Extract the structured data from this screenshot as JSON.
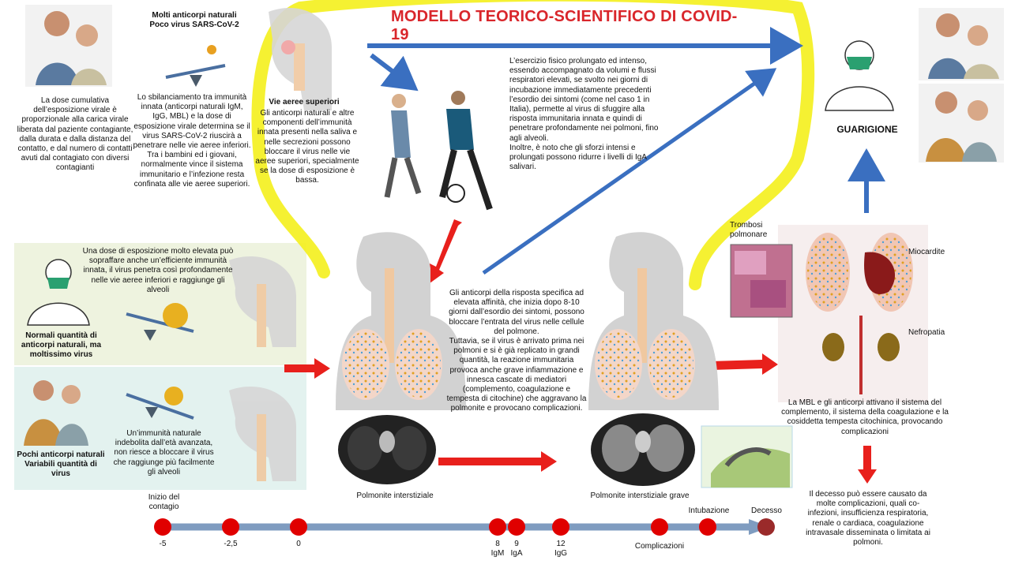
{
  "title": "MODELLO TEORICO-SCIENTIFICO DI COVID-19",
  "texts": {
    "dose_cumulativa": "La dose cumulativa dell’esposizione virale è proporzionale alla carica virale liberata dal paziente contagiante, dalla durata e dalla distanza del contatto, e dal numero di contatti avuti dal contagiato con diversi contagianti",
    "molti_anticorpi_title": "Molti anticorpi naturali\nPoco virus SARS-CoV-2",
    "sbilanciamento": "Lo sbilanciamento tra immunità innata (anticorpi naturali IgM, IgG, MBL) e la dose di esposizione virale determina se il virus SARS-CoV-2 riuscirà a penetrare nelle vie aeree inferiori. Tra i bambini ed i giovani, normalmente vince il sistema immunitario e l’infezione resta confinata alle vie aeree superiori.",
    "vie_aeree_title": "Vie aeree superiori",
    "vie_aeree_body": "Gli anticorpi naturali e altre componenti dell’immunità innata presenti nella saliva e nelle secrezioni possono bloccare il virus nelle vie aeree superiori, specialmente se la dose di esposizione è bassa.",
    "esercizio": "L’esercizio fisico prolungato ed intenso, essendo accompagnato da volumi e flussi respiratori elevati, se svolto nei giorni di incubazione immediatamente precedenti l’esordio dei sintomi (come nel caso 1 in Italia), permette al virus di sfuggire alla risposta immunitaria innata e quindi di penetrare profondamente nei polmoni, fino agli alveoli.\nInoltre, è noto che gli sforzi intensi e prolungati possono ridurre i livelli di IgA salivari.",
    "guarigione": "GUARIGIONE",
    "dose_elevata": "Una dose di esposizione molto elevata può sopraffare anche un’efficiente immunità innata, il virus penetra così profondamente nelle vie aeree inferiori e raggiunge gli alveoli",
    "normali_title": "Normali quantità di anticorpi naturali, ma moltissimo virus",
    "pochi_title": "Pochi anticorpi naturali Variabili quantità di virus",
    "immunita_indebolita": "Un’immunità naturale indebolita dall’età avanzata, non riesce a bloccare il virus che raggiunge più facilmente gli alveoli",
    "anticorpi_specifici": "Gli anticorpi della risposta specifica ad elevata affinità, che inizia dopo 8-10 giorni dall’esordio dei sintomi, possono bloccare l’entrata del virus nelle cellule del polmone.\nTuttavia, se il virus è arrivato prima nei polmoni e si è già replicato in grandi quantità, la reazione immunitaria provoca anche grave infiammazione e innesca cascate di mediatori (complemento, coagulazione e tempesta di citochine) che aggravano la polmonite e provocano complicazioni.",
    "trombosi": "Trombosi polmonare",
    "miocardite": "Miocardite",
    "nefropatia": "Nefropatia",
    "mbl": "La MBL e gli anticorpi attivano il sistema del complemento, il sistema della coagulazione e la cosiddetta tempesta citochinica, provocando complicazioni",
    "decesso_text": "Il decesso può essere causato da molte complicazioni, quali co-infezioni, insufficienza respiratoria, renale o cardiaca, coagulazione intravasale disseminata o limitata ai polmoni.",
    "polmonite_interstiziale": "Polmonite interstiziale",
    "polmonite_grave": "Polmonite interstiziale grave"
  },
  "timeline": {
    "inizio": "Inizio del contagio",
    "intubazione": "Intubazione",
    "decesso": "Decesso",
    "complicazioni": "Complicazioni",
    "ticks": [
      "-5",
      "-2,5",
      "0",
      "8\nIgM",
      "9\nIgA",
      "12\nIgG"
    ]
  },
  "colors": {
    "title": "#d9262b",
    "arrow_red": "#e8201c",
    "arrow_blue": "#3a6fc0",
    "highlight": "#f4f01c",
    "timeline": "#7f9cc0",
    "dot": "#e00000",
    "panel_green": "#eef3df",
    "panel_mint": "#e3f2ef"
  }
}
